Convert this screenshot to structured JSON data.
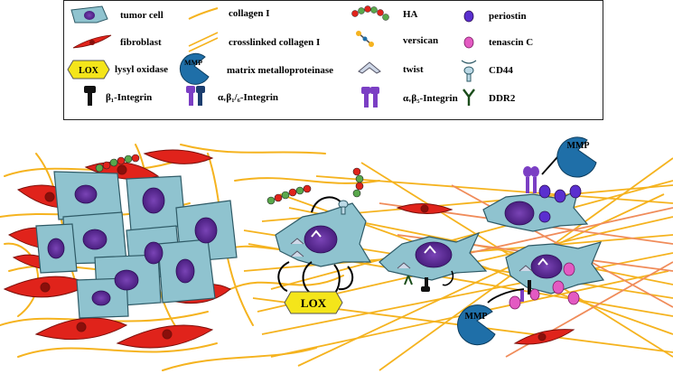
{
  "legend": {
    "tumor_cell": "tumor cell",
    "fibroblast": "fibroblast",
    "lysyl_oxidase": "lysyl oxidase",
    "lox_symbol": "LOX",
    "beta1_integrin": "β₁-Integrin",
    "collagen_i": "collagen I",
    "crosslinked_collagen_i": "crosslinked collagen I",
    "mmp": "matrix metalloproteinase",
    "mmp_symbol": "MMP",
    "avb16_integrin": "αᵥβ₁/₆-Integrin",
    "ha": "HA",
    "versican": "versican",
    "twist": "twist",
    "avb5_integrin": "αᵥβ₅-Integrin",
    "periostin": "periostin",
    "tenascin_c": "tenascin C",
    "cd44": "CD44",
    "ddr2": "DDR2"
  },
  "diagram": {
    "lox_label": "LOX",
    "mmp_top_label": "MMP",
    "mmp_bottom_label": "MMP"
  },
  "colors": {
    "tumor_cell": "#8fc3cf",
    "nucleus": "#5b2d91",
    "fibroblast": "#e0231b",
    "collagen": "#f5b31f",
    "crosslinked_collagen": "#f08c5a",
    "lox": "#f4e51a",
    "mmp": "#1f6fa8",
    "periostin": "#5a2fcf",
    "tenascin": "#e35ac2",
    "beta1_integrin": "#111111",
    "ddr2": "#1b4d1b",
    "avb5_integrin": "#7b3fc4"
  }
}
